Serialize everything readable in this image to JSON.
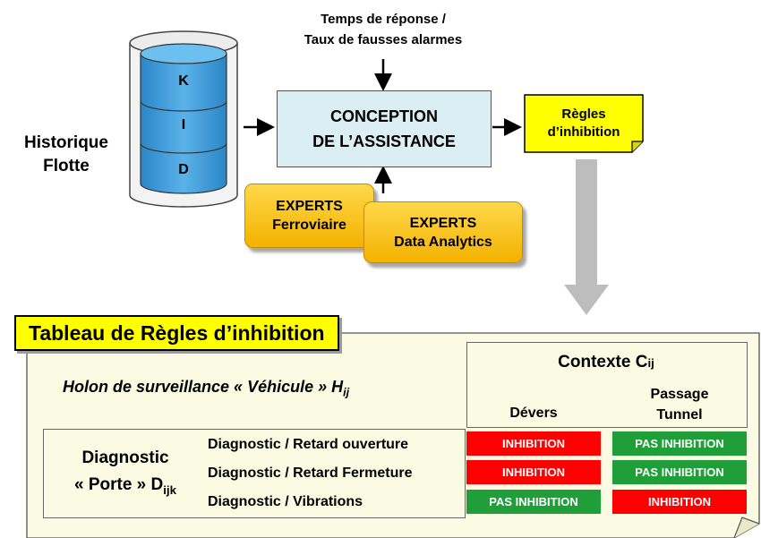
{
  "top": {
    "history": {
      "line1": "Historique",
      "line2": "Flotte"
    },
    "db_layers": [
      "K",
      "I",
      "D"
    ],
    "criteria": {
      "line1": "Temps de réponse /",
      "line2": "Taux de fausses alarmes"
    },
    "conception": {
      "line1": "CONCEPTION",
      "line2": "DE L’ASSISTANCE"
    },
    "rules_note": {
      "line1": "Règles",
      "line2": "d’inhibition"
    },
    "experts_rail": {
      "line1": "EXPERTS",
      "line2": "Ferroviaire"
    },
    "experts_data": {
      "line1": "EXPERTS",
      "line2": "Data Analytics"
    }
  },
  "table": {
    "title": "Tableau de Règles d’inhibition",
    "holon": {
      "text": "Holon de surveillance « Véhicule » H",
      "sub": "ij"
    },
    "context": {
      "title": "Contexte C",
      "sub": "ij"
    },
    "columns": {
      "devers": "Dévers",
      "passage_line1": "Passage",
      "passage_line2": "Tunnel"
    },
    "diagnostic": {
      "line1": "Diagnostic",
      "line2": "« Porte » D",
      "sub": "ijk"
    },
    "rows": [
      {
        "label": "Diagnostic / Retard ouverture",
        "devers": "INHIBITION",
        "tunnel": "PAS INHIBITION"
      },
      {
        "label": "Diagnostic / Retard Fermeture",
        "devers": "INHIBITION",
        "tunnel": "PAS INHIBITION"
      },
      {
        "label": "Diagnostic / Vibrations",
        "devers": "PAS INHIBITION",
        "tunnel": "INHIBITION"
      }
    ]
  },
  "colors": {
    "inhibition": "#ff0000",
    "pas_inhibition": "#1f9e3a",
    "highlight": "#ffff00",
    "expert": "#f7c200",
    "assist": "#dbeef3"
  }
}
